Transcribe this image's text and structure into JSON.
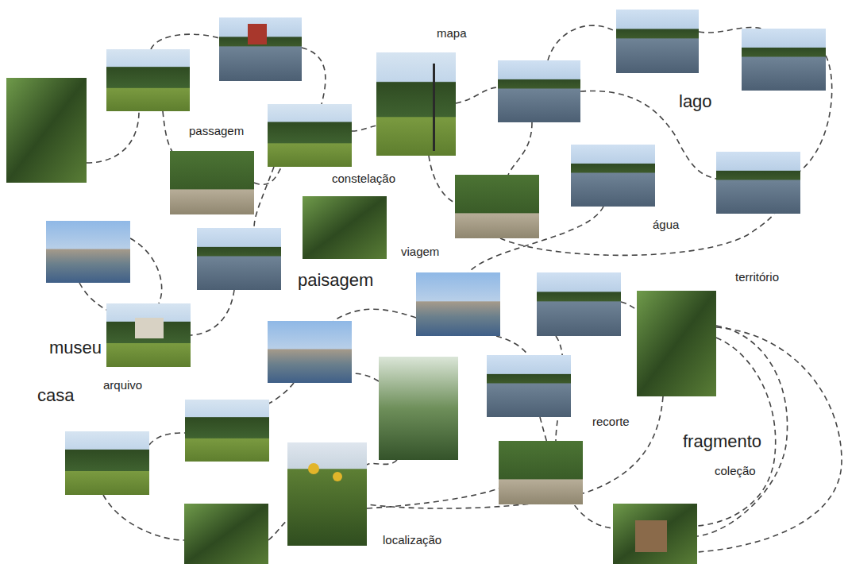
{
  "diagram": {
    "labels": [
      "mapa",
      "lago",
      "passagem",
      "constelação",
      "água",
      "viagem",
      "paisagem",
      "território",
      "museu",
      "arquivo",
      "casa",
      "recorte",
      "fragmento",
      "coleção",
      "localização"
    ]
  }
}
